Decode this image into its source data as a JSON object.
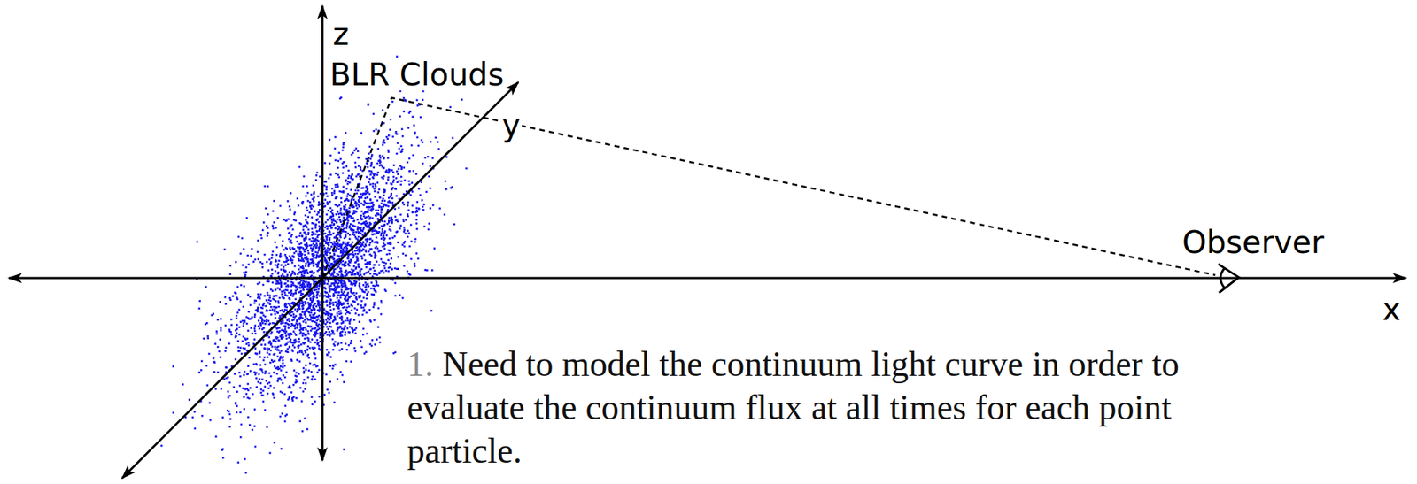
{
  "diagram": {
    "labels": [
      "z",
      "BLR Clouds",
      "y",
      "Observer",
      "x",
      "1.",
      "Need to model the continuum light curve in order to evaluate the continuum flux at all times for each point particle."
    ]
  }
}
